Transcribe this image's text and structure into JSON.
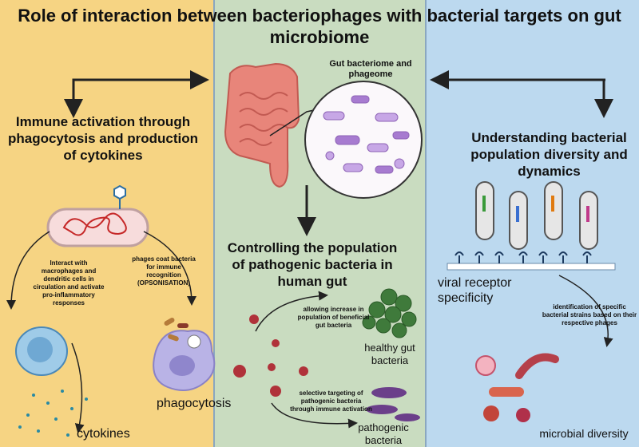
{
  "title": "Role of interaction between bacteriophages with bacterial targets on gut microbiome",
  "center_label": "Gut bacteriome and phageome",
  "left": {
    "heading": "Immune activation through phagocytosis and production of cytokines",
    "note_interact": "Interact with macrophages and dendritic cells in circulation and activate pro-inflammatory responses",
    "note_opsonisation": "phages coat bacteria for immune recognition (OPSONISATION)",
    "label_phagocytosis": "phagocytosis",
    "label_cytokines": "cytokines"
  },
  "middle": {
    "heading": "Controlling the population of pathogenic bacteria in human gut",
    "note_beneficial": "allowing increase in population of beneficial gut bacteria",
    "note_selective": "selective targeting of pathogenic bacteria through immune activation",
    "label_healthy": "healthy gut bacteria",
    "label_pathogenic": "pathogenic bacteria"
  },
  "right": {
    "heading": "Understanding bacterial population diversity and dynamics",
    "label_receptor": "viral receptor specificity",
    "note_identification": "identification of specific bacterial strains based on their respective phages",
    "label_diversity": "microbial diversity"
  },
  "colors": {
    "left_bg": "#f6d483",
    "middle_bg": "#c9dcc0",
    "right_bg": "#bcd9ef",
    "intestine": "#e8857a",
    "bacteria_purple": "#a77bd0",
    "healthy_green": "#3f7a3b",
    "pathogen_purple": "#6b3f8a",
    "virus_red": "#b0323a"
  }
}
